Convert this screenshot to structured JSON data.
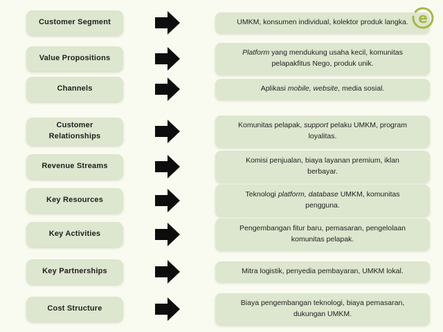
{
  "page": {
    "background_color": "#fafbf0",
    "box_fill_color": "#dde6ce",
    "text_color": "#1f1f1f",
    "arrow_color": "#0d0d0d",
    "logo_color": "#a6b648"
  },
  "logo": {
    "glyph": "e"
  },
  "rows": [
    {
      "label": "Customer Segment",
      "description": [
        {
          "t": "UMKM, konsumen individual, kolektor produk langka."
        }
      ]
    },
    {
      "label": "Value Propositions",
      "description": [
        {
          "t": "Platform",
          "i": true
        },
        {
          "t": " yang mendukung usaha kecil, komunitas pelapakfitus Nego, produk unik."
        }
      ]
    },
    {
      "label": "Channels",
      "description": [
        {
          "t": "Aplikasi "
        },
        {
          "t": "mobile, website",
          "i": true
        },
        {
          "t": ", media sosial."
        }
      ]
    },
    {
      "label": "Customer Relationships",
      "description": [
        {
          "t": "Komunitas pelapak, "
        },
        {
          "t": "support",
          "i": true
        },
        {
          "t": " pelaku UMKM, program loyalitas."
        }
      ]
    },
    {
      "label": "Revenue Streams",
      "description": [
        {
          "t": "Komisi penjualan, biaya layanan premium, iklan berbayar."
        }
      ]
    },
    {
      "label": "Key Resources",
      "description": [
        {
          "t": "Teknologi "
        },
        {
          "t": "platform, database",
          "i": true
        },
        {
          "t": " UMKM, komunitas pengguna."
        }
      ]
    },
    {
      "label": "Key Activities",
      "description": [
        {
          "t": "Pengembangan fitur baru, pemasaran, pengelolaan komunitas pelapak."
        }
      ]
    },
    {
      "label": "Key Partnerships",
      "description": [
        {
          "t": "Mitra logistik, penyedia pembayaran, UMKM lokal."
        }
      ]
    },
    {
      "label": "Cost Structure",
      "description": [
        {
          "t": "Biaya pengembangan teknologi, biaya pemasaran, dukungan UMKM."
        }
      ]
    }
  ]
}
